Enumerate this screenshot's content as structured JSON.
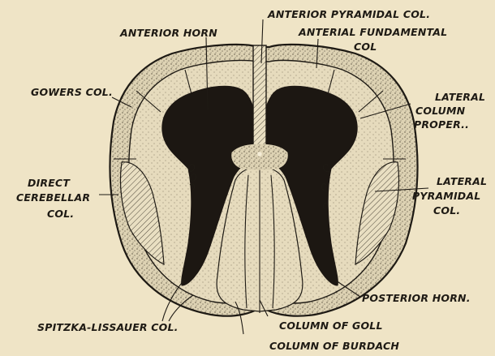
{
  "colors": {
    "paper": "#efe4c6",
    "ink": "#1e1a14",
    "gray_matter": "#1c1712",
    "white_matter": "#ddd2b3"
  },
  "labels": {
    "anterior_pyramidal": "ANTERIOR PYRAMIDAL COL.",
    "anterior_horn": "ANTERIOR HORN",
    "anterial_fundamental_1": "ANTERIAL FUNDAMENTAL",
    "anterial_fundamental_2": "COL",
    "gowers": "GOWERS COL.",
    "lateral_proper_1": "LATERAL",
    "lateral_proper_2": "COLUMN",
    "lateral_proper_3": "PROPER..",
    "direct_cerebellar_1": "DIRECT",
    "direct_cerebellar_2": "CEREBELLAR",
    "direct_cerebellar_3": "COL.",
    "lateral_pyramidal_1": "LATERAL",
    "lateral_pyramidal_2": "PYRAMIDAL",
    "lateral_pyramidal_3": "COL.",
    "posterior_horn": "POSTERIOR HORN.",
    "spitzka": "SPITZKA-LISSAUER COL.",
    "goll": "COLUMN OF GOLL",
    "burdach": "COLUMN OF BURDACH"
  }
}
